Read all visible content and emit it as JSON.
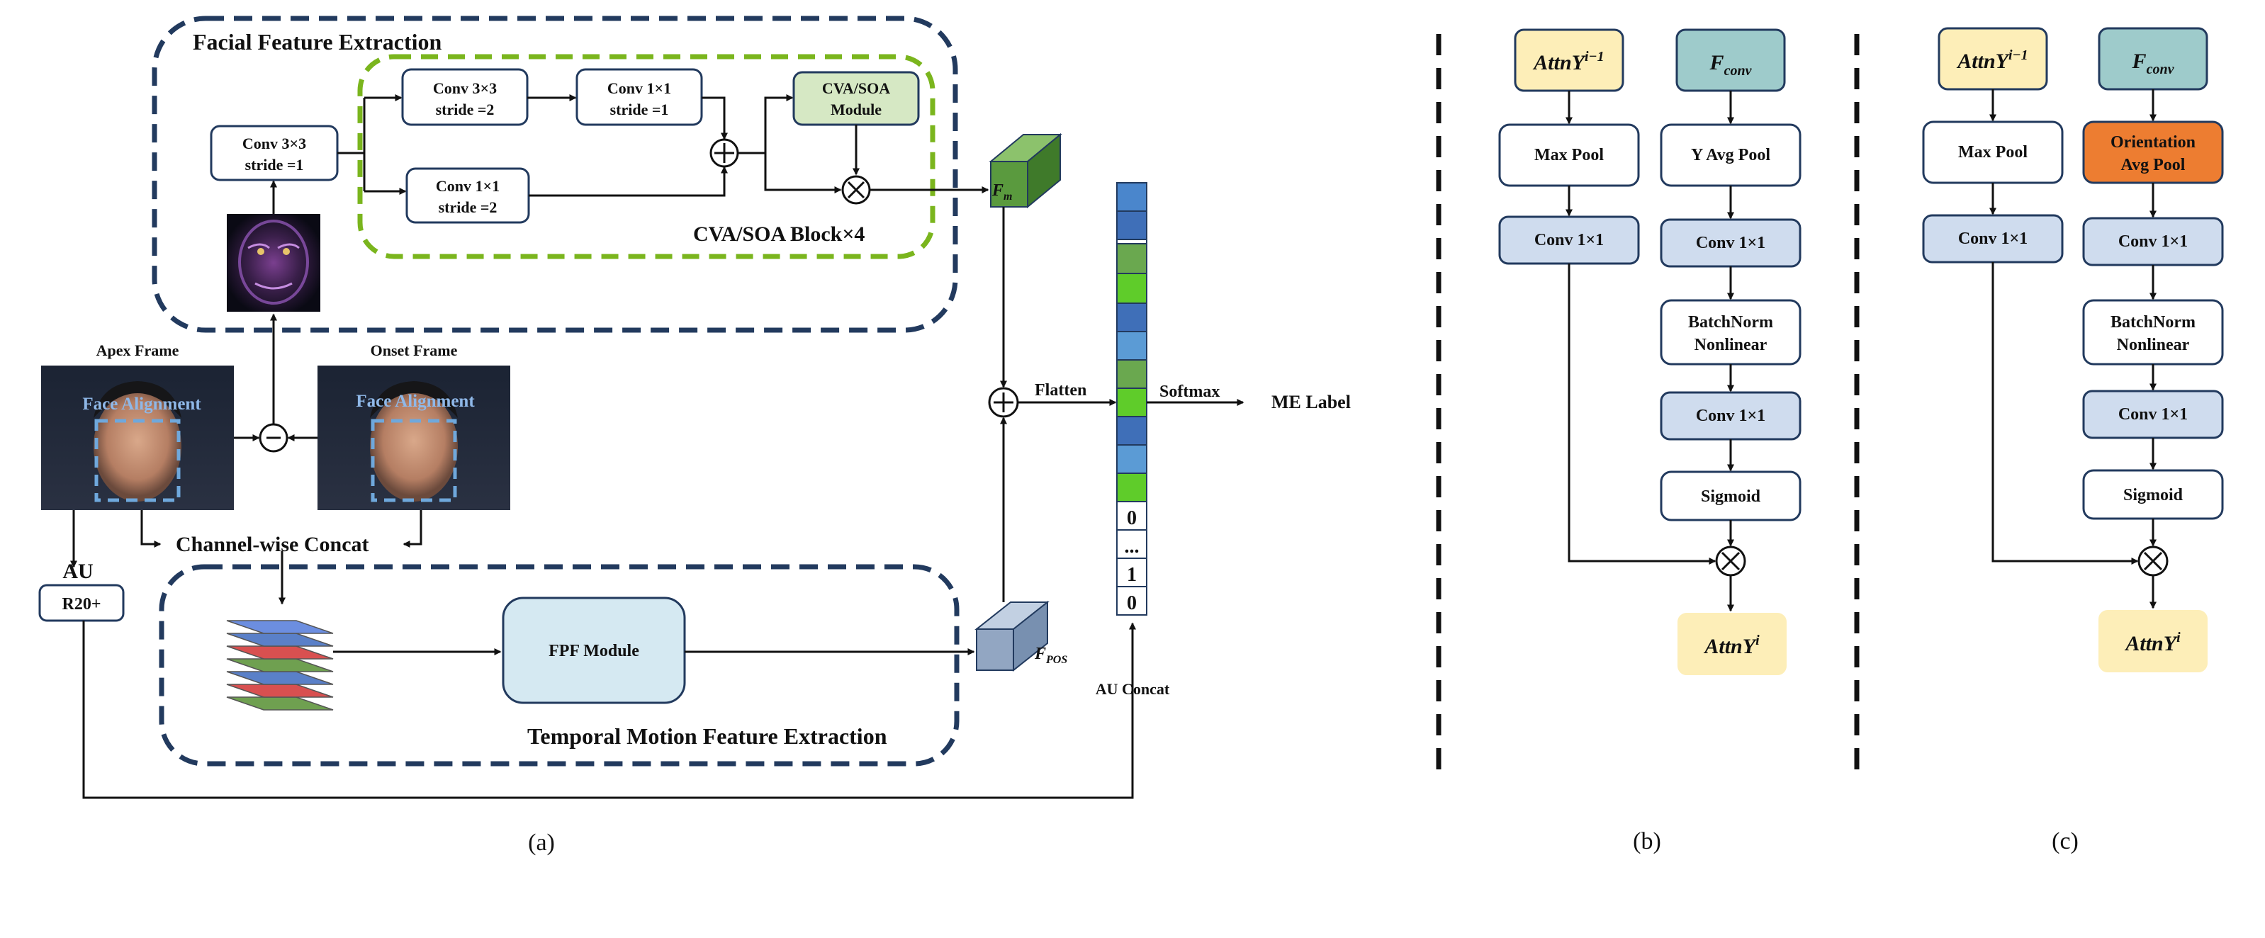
{
  "panel_a": {
    "facial_feature_extraction": "Facial Feature Extraction",
    "cva_soa_block": "CVA/SOA Block×4",
    "conv3x3_s1": {
      "l1": "Conv 3×3",
      "l2": "stride =1"
    },
    "conv3x3_s2": {
      "l1": "Conv 3×3",
      "l2": "stride =2"
    },
    "conv1x1_s1": {
      "l1": "Conv 1×1",
      "l2": "stride =1"
    },
    "conv1x1_s2": {
      "l1": "Conv 1×1",
      "l2": "stride =2"
    },
    "cva_soa_module": {
      "l1": "CVA/SOA",
      "l2": "Module"
    },
    "fm_base": "F",
    "fm_sub": "m",
    "apex_frame": "Apex Frame",
    "onset_frame": "Onset Frame",
    "face_alignment": "Face Alignment",
    "au": "AU",
    "r20": "R20+",
    "channel_concat": "Channel-wise Concat",
    "temporal_motion": "Temporal Motion Feature Extraction",
    "fpf_module": "FPF Module",
    "fpos_base": "F",
    "fpos_sub": "POS",
    "flatten": "Flatten",
    "softmax": "Softmax",
    "me_label": "ME Label",
    "au_concat": "AU Concat",
    "vec_top": "0",
    "vec_ellipsis": "...",
    "vec_one": "1",
    "vec_bottom": "0"
  },
  "panel_b": {
    "attn_prev_base": "AttnY",
    "attn_prev_sup": "i−1",
    "fconv_base": "F",
    "fconv_sub": "conv",
    "max_pool": "Max Pool",
    "y_avg_pool": "Y Avg Pool",
    "conv1x1": "Conv 1×1",
    "batchnorm_l1": "BatchNorm",
    "batchnorm_l2": "Nonlinear",
    "sigmoid": "Sigmoid",
    "attn_out_base": "AttnY",
    "attn_out_sup": "i"
  },
  "panel_c": {
    "attn_prev_base": "AttnY",
    "attn_prev_sup": "i−1",
    "fconv_base": "F",
    "fconv_sub": "conv",
    "max_pool": "Max Pool",
    "orient_l1": "Orientation",
    "orient_l2": "Avg Pool",
    "conv1x1": "Conv 1×1",
    "batchnorm_l1": "BatchNorm",
    "batchnorm_l2": "Nonlinear",
    "sigmoid": "Sigmoid",
    "attn_out_base": "AttnY",
    "attn_out_sup": "i"
  },
  "captions": {
    "a": "(a)",
    "b": "(b)",
    "c": "(c)"
  },
  "colors": {
    "container_border": "#223a5e",
    "cva_block_border": "#7ab51d",
    "attention_fill": "#fdeeb8",
    "fconv_fill": "#9ecbcb",
    "conv_fill": "#cfdcee",
    "orientation_fill": "#ed7d31",
    "module_fill": "#d6e8c4",
    "fpf_fill": "#d5e9f2"
  }
}
